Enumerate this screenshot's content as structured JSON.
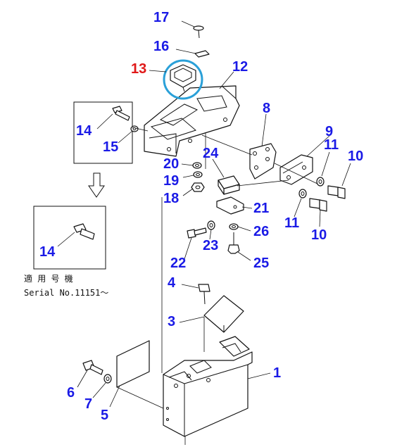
{
  "colors": {
    "label": "#1a1ae6",
    "highlight_label": "#e01818",
    "highlight_ring": "#2aa0d8",
    "line": "#111111"
  },
  "callouts": {
    "c1": "1",
    "c3": "3",
    "c4": "4",
    "c5": "5",
    "c6": "6",
    "c7": "7",
    "c8": "8",
    "c9": "9",
    "c10a": "10",
    "c10b": "10",
    "c11a": "11",
    "c11b": "11",
    "c12": "12",
    "c13": "13",
    "c14a": "14",
    "c14b": "14",
    "c15": "15",
    "c16": "16",
    "c17": "17",
    "c18": "18",
    "c19": "19",
    "c20": "20",
    "c21": "21",
    "c22": "22",
    "c23": "23",
    "c24": "24",
    "c25": "25",
    "c26": "26"
  },
  "highlighted_part": "13",
  "note": {
    "line1": "適 用 号 機",
    "line2": "Serial No.11151〜"
  }
}
